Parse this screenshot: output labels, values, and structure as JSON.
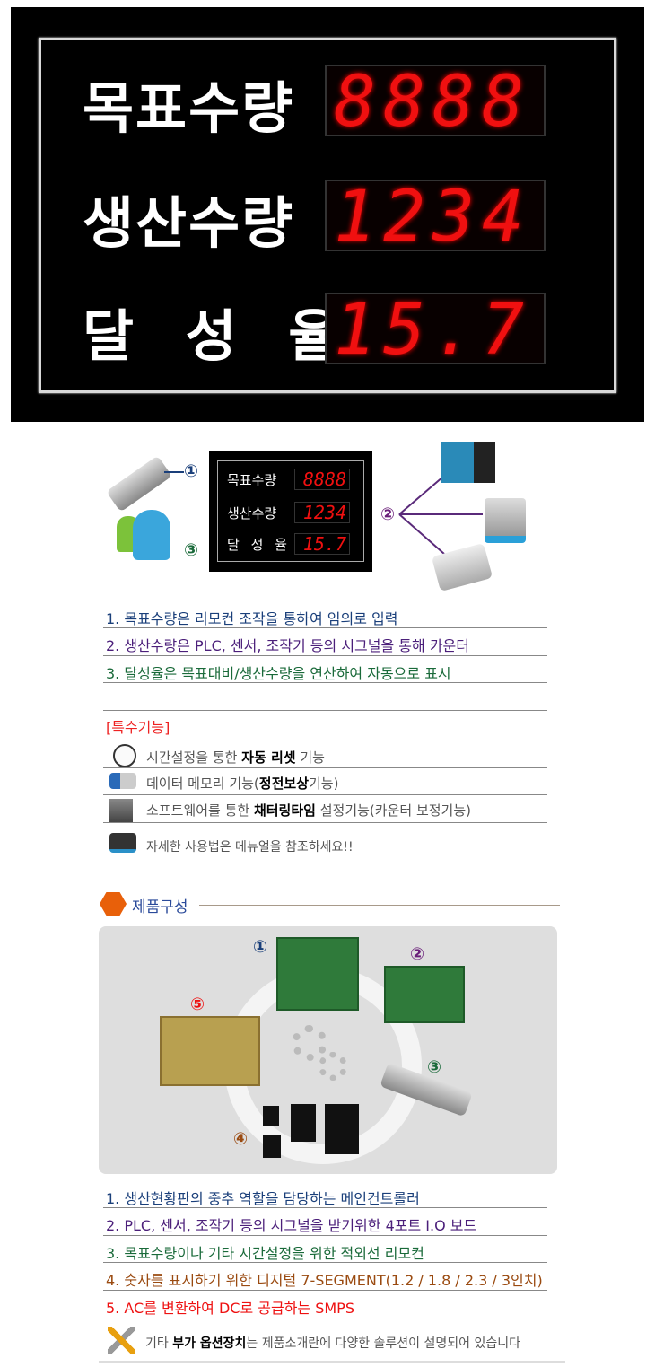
{
  "board": {
    "labels": [
      "목표수량",
      "생산수량",
      "달 성 율"
    ],
    "values": [
      "8888",
      "1234",
      "15.7"
    ]
  },
  "diagram": {
    "labels": [
      "목표수량",
      "생산수량",
      "달 성 율"
    ],
    "values": [
      "8888",
      "1234",
      "15.7"
    ],
    "markers": [
      "①",
      "②",
      "③"
    ]
  },
  "descriptions": [
    "1. 목표수량은 리모컨 조작을 통하여 임의로 입력",
    "2. 생산수량은 PLC, 센서, 조작기 등의 시그널을 통해 카운터",
    "3. 달성율은 목표대비/생산수량을 연산하여 자동으로 표시"
  ],
  "special": {
    "title": "[특수기능]",
    "items": [
      {
        "pre": "시간설정을 통한 ",
        "bold": "자동 리셋",
        "post": " 기능"
      },
      {
        "pre": "데이터 메모리 기능(",
        "bold": "정전보상",
        "post": "기능)"
      },
      {
        "pre": "소프트웨어를 통한 ",
        "bold": "채터링타임",
        "post": " 설정기능(카운터 보정기능)"
      }
    ],
    "note": "자세한 사용법은 메뉴얼을 참조하세요!!"
  },
  "composition": {
    "title": "제품구성",
    "markers": [
      "①",
      "②",
      "③",
      "④",
      "⑤"
    ],
    "items": [
      "1. 생산현황판의 중추 역할을 담당하는 메인컨트롤러",
      "2. PLC, 센서, 조작기 등의 시그널을 받기위한 4포트 I.O 보드",
      "3. 목표수량이나 기타 시간설정을 위한 적외선 리모컨",
      "4. 숫자를 표시하기 위한 디지털 7-SEGMENT(1.2 / 1.8 / 2.3 / 3인치)",
      "5. AC를 변환하여 DC로 공급하는 SMPS"
    ],
    "colors": [
      "#1a3f7a",
      "#4b1f7a",
      "#1a6a3a",
      "#9a4a10",
      "#ee1111"
    ],
    "footer": {
      "pre": "기타 ",
      "bold": "부가 옵션장치",
      "post": "는 제품소개란에 다양한 솔루션이 설명되어 있습니다"
    }
  }
}
